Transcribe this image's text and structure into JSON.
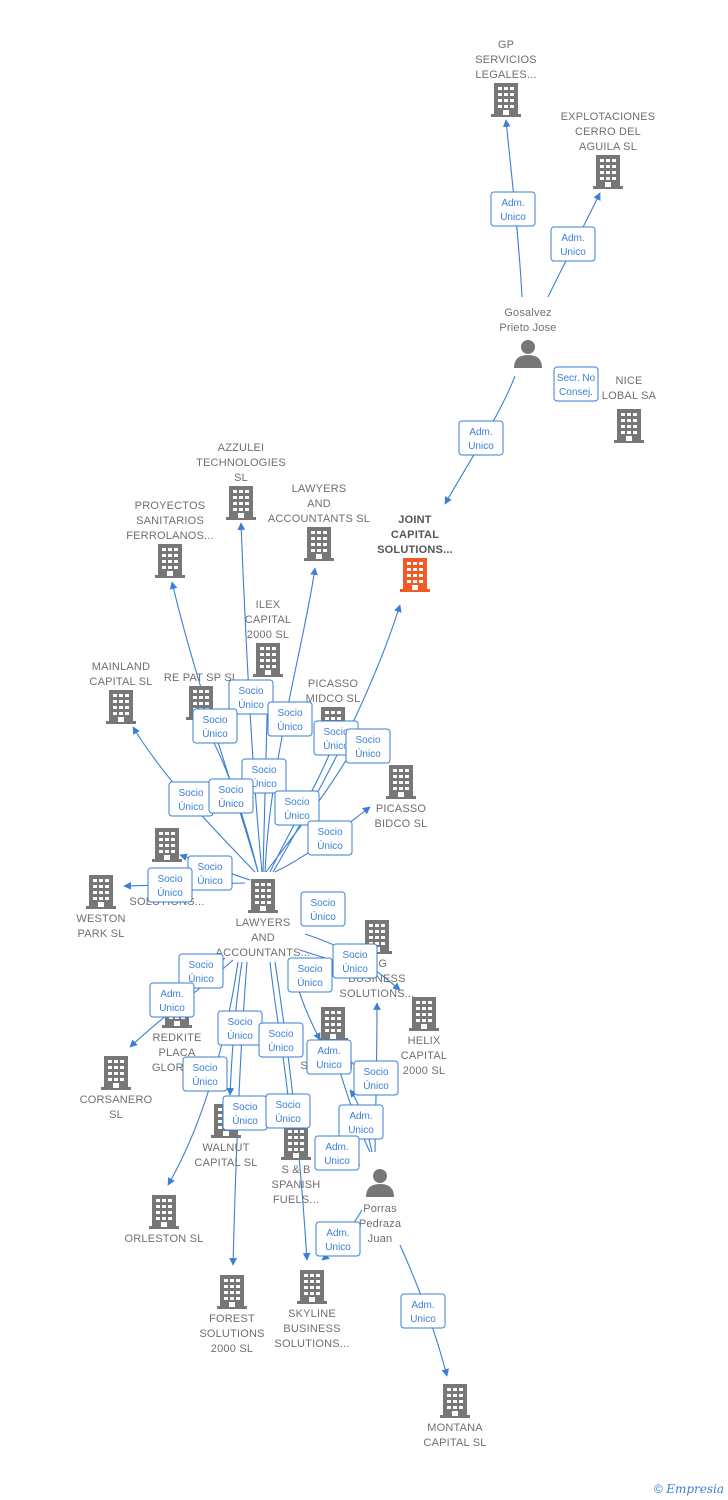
{
  "colors": {
    "building": "#777777",
    "main_building": "#f15a24",
    "person": "#777777",
    "edge": "#3a7fd5"
  },
  "nodes": [
    {
      "id": "gp",
      "type": "company",
      "label": [
        "GP",
        "SERVICIOS",
        "LEGALES..."
      ]
    },
    {
      "id": "explotaciones",
      "type": "company",
      "label": [
        "EXPLOTACIONES",
        "CERRO DEL",
        "AGUILA SL"
      ]
    },
    {
      "id": "gosalvez",
      "type": "person",
      "label": [
        "Gosalvez",
        "Prieto Jose"
      ]
    },
    {
      "id": "nice",
      "type": "company",
      "label": [
        "NICE",
        "LOBAL SA"
      ]
    },
    {
      "id": "joint",
      "type": "company",
      "main": true,
      "label": [
        "JOINT",
        "CAPITAL",
        "SOLUTIONS..."
      ]
    },
    {
      "id": "azzulei",
      "type": "company",
      "label": [
        "AZZULEI",
        "TECHNOLOGIES",
        "SL"
      ]
    },
    {
      "id": "lawyers_sl",
      "type": "company",
      "label": [
        "LAWYERS",
        "AND",
        "ACCOUNTANTS SL"
      ]
    },
    {
      "id": "proyectos",
      "type": "company",
      "label": [
        "PROYECTOS",
        "SANITARIOS",
        "FERROLANOS..."
      ]
    },
    {
      "id": "ilex",
      "type": "company",
      "label": [
        "ILEX",
        "CAPITAL",
        "2000  SL"
      ]
    },
    {
      "id": "mainland",
      "type": "company",
      "label": [
        "MAINLAND",
        "CAPITAL  SL"
      ]
    },
    {
      "id": "repat",
      "type": "company",
      "label": [
        "RE PAT SP  SL"
      ]
    },
    {
      "id": "picasso_midco",
      "type": "company",
      "label": [
        "PICASSO",
        "MIDCO  SL"
      ]
    },
    {
      "id": "picasso_bidco",
      "type": "company",
      "label": [
        "PICASSO",
        "BIDCO  SL"
      ]
    },
    {
      "id": "s_solutions",
      "type": "company",
      "label": [
        "S",
        "S",
        "SOLUTIONS..."
      ]
    },
    {
      "id": "weston",
      "type": "company",
      "label": [
        "WESTON",
        "PARK  SL"
      ]
    },
    {
      "id": "lawyers_center",
      "type": "company",
      "label": [
        "LAWYERS",
        "AND",
        "ACCOUNTANTS..."
      ]
    },
    {
      "id": "ing_business",
      "type": "company",
      "label": [
        "ING",
        "BUSINESS",
        "SOLUTIONS..."
      ]
    },
    {
      "id": "helix",
      "type": "company",
      "label": [
        "HELIX",
        "CAPITAL",
        "2000  SL"
      ]
    },
    {
      "id": "redkite",
      "type": "company",
      "label": [
        "REDKITE",
        "PLACA",
        "GLORIES"
      ]
    },
    {
      "id": "corsanero",
      "type": "company",
      "label": [
        "CORSANERO",
        "SL"
      ]
    },
    {
      "id": "b_solutions",
      "type": "company",
      "label": [
        "B",
        "SOLUTIONS"
      ]
    },
    {
      "id": "walnut",
      "type": "company",
      "label": [
        "WALNUT",
        "CAPITAL  SL"
      ]
    },
    {
      "id": "sb_spanish",
      "type": "company",
      "label": [
        "S & B",
        "SPANISH",
        "FUELS..."
      ]
    },
    {
      "id": "porras",
      "type": "person",
      "label": [
        "Porras",
        "Pedraza",
        "Juan"
      ]
    },
    {
      "id": "orleston",
      "type": "company",
      "label": [
        "ORLESTON  SL"
      ]
    },
    {
      "id": "forest",
      "type": "company",
      "label": [
        "FOREST",
        "SOLUTIONS",
        "2000  SL"
      ]
    },
    {
      "id": "skyline",
      "type": "company",
      "label": [
        "SKYLINE",
        "BUSINESS",
        "SOLUTIONS..."
      ]
    },
    {
      "id": "montana",
      "type": "company",
      "label": [
        "MONTANA",
        "CAPITAL  SL"
      ]
    }
  ],
  "edges": [
    {
      "label": [
        "Adm.",
        "Unico"
      ]
    },
    {
      "label": [
        "Adm.",
        "Unico"
      ]
    },
    {
      "label": [
        "Secr.  No",
        "Consej."
      ]
    },
    {
      "label": [
        "Adm.",
        "Unico"
      ]
    },
    {
      "label": [
        "Socio",
        "Único"
      ]
    },
    {
      "label": [
        "Socio",
        "Único"
      ]
    },
    {
      "label": [
        "Socio",
        "Único"
      ]
    },
    {
      "label": [
        "Socio",
        "Único"
      ]
    },
    {
      "label": [
        "Socio",
        "Único"
      ]
    },
    {
      "label": [
        "Socio",
        "Único"
      ]
    },
    {
      "label": [
        "Socio",
        "Único"
      ]
    },
    {
      "label": [
        "Socio",
        "Único"
      ]
    },
    {
      "label": [
        "Socio",
        "Único"
      ]
    },
    {
      "label": [
        "Socio",
        "Único"
      ]
    },
    {
      "label": [
        "Socio",
        "Único"
      ]
    },
    {
      "label": [
        "Socio",
        "Único"
      ]
    },
    {
      "label": [
        "Socio",
        "Único"
      ]
    },
    {
      "label": [
        "Socio",
        "Único"
      ]
    },
    {
      "label": [
        "Socio",
        "Único"
      ]
    },
    {
      "label": [
        "Socio",
        "Único"
      ]
    },
    {
      "label": [
        "Adm.",
        "Unico"
      ]
    },
    {
      "label": [
        "Socio",
        "Único"
      ]
    },
    {
      "label": [
        "Socio",
        "Único"
      ]
    },
    {
      "label": [
        "Socio",
        "Único"
      ]
    },
    {
      "label": [
        "Socio",
        "Único"
      ]
    },
    {
      "label": [
        "Socio",
        "Único"
      ]
    },
    {
      "label": [
        "Socio",
        "Único"
      ]
    },
    {
      "label": [
        "Adm.",
        "Unico"
      ]
    },
    {
      "label": [
        "Adm.",
        "Unico"
      ]
    },
    {
      "label": [
        "Adm.",
        "Unico"
      ]
    },
    {
      "label": [
        "Adm.",
        "Unico"
      ]
    },
    {
      "label": [
        "Adm.",
        "Unico"
      ]
    },
    {
      "label": [
        "Adm.",
        "Unico"
      ]
    }
  ],
  "footer": {
    "copyright": "©",
    "brand": "Empresia"
  }
}
